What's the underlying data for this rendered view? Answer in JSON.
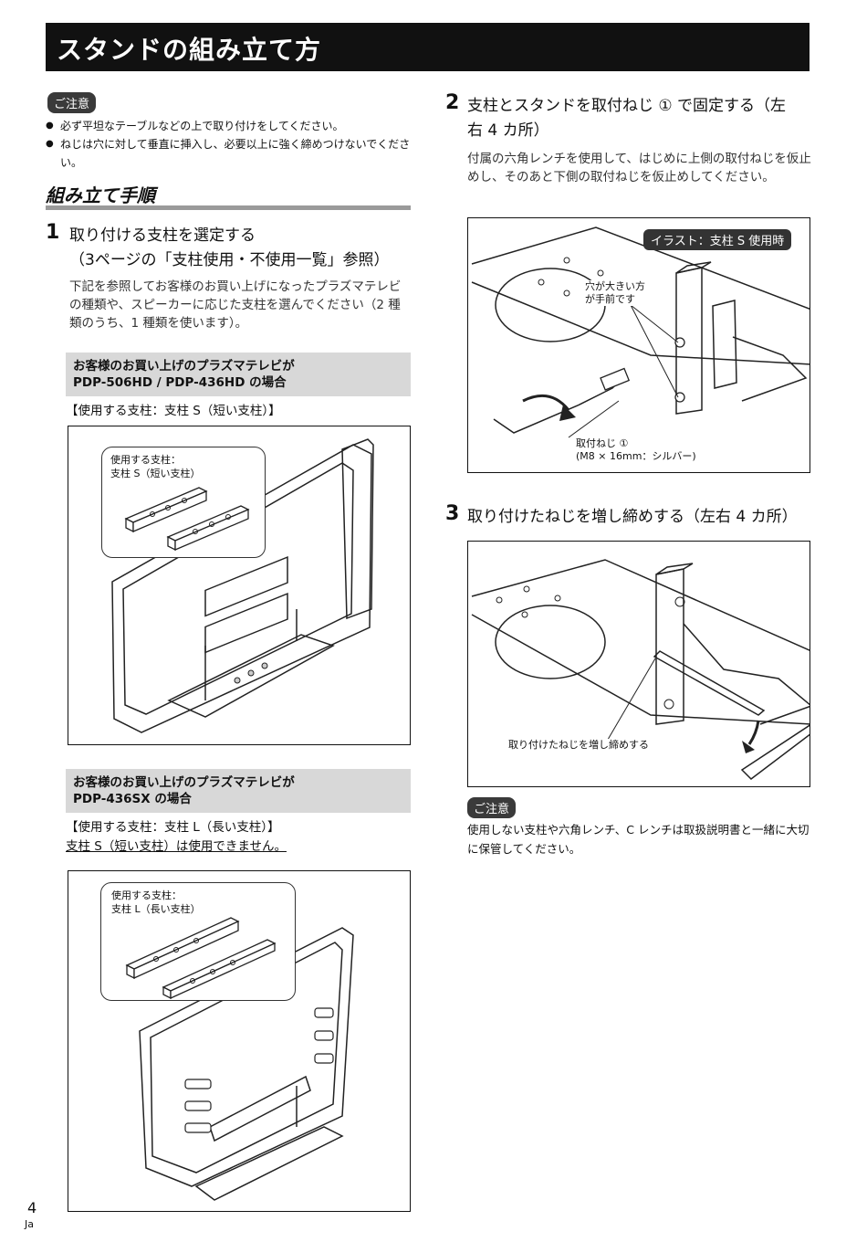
{
  "header": {
    "title": "スタンドの組み立て方"
  },
  "caution": {
    "label": "ご注意",
    "items": [
      "必ず平坦なテーブルなどの上で取り付けをしてください。",
      "ねじは穴に対して垂直に挿入し、必要以上に強く締めつけないでください。"
    ]
  },
  "section": {
    "heading": "組み立て手順"
  },
  "step1": {
    "num": "1",
    "title_line1": "取り付ける支柱を選定する",
    "title_line2": "（3ページの「支柱使用・不使用一覧」参照）",
    "body": "下記を参照してお客様のお買い上げになったプラズマテレビの種類や、スピーカーに応じた支柱を選んでください（2 種類のうち、1 種類を使います）。"
  },
  "case1": {
    "box_line1": "お客様のお買い上げのプラズマテレビが",
    "box_line2": "PDP-506HD / PDP-436HD の場合",
    "usage": "【使用する支柱：支柱 S（短い支柱）】",
    "callout_line1": "使用する支柱：",
    "callout_line2": "支柱 S（短い支柱）"
  },
  "case2": {
    "box_line1": "お客様のお買い上げのプラズマテレビが",
    "box_line2": "PDP-436SX の場合",
    "usage_line1": "【使用する支柱：支柱 L（長い支柱）】",
    "usage_line2": "支柱 S（短い支柱）は使用できません。",
    "callout_line1": "使用する支柱：",
    "callout_line2": "支柱 L（長い支柱）"
  },
  "step2": {
    "num": "2",
    "title_line1": "支柱とスタンドを取付ねじ ① で固定する（左",
    "title_line2": "右 4 カ所）",
    "body": "付属の六角レンチを使用して、はじめに上側の取付ねじを仮止めし、そのあと下側の取付ねじを仮止めしてください。",
    "fig_badge": "イラスト：支柱 S 使用時",
    "label_hole_line1": "穴が大きい方",
    "label_hole_line2": "が手前です",
    "label_screw_line1": "取付ねじ ①",
    "label_screw_line2": "(M8 × 16mm：シルバー)"
  },
  "step3": {
    "num": "3",
    "title": "取り付けたねじを増し締めする（左右 4 カ所）",
    "fig_label": "取り付けたねじを増し締めする"
  },
  "caution2": {
    "label": "ご注意",
    "body": "使用しない支柱や六角レンチ、C レンチは取扱説明書と一緒に大切に保管してください。"
  },
  "footer": {
    "page": "4",
    "lang": "Ja"
  }
}
